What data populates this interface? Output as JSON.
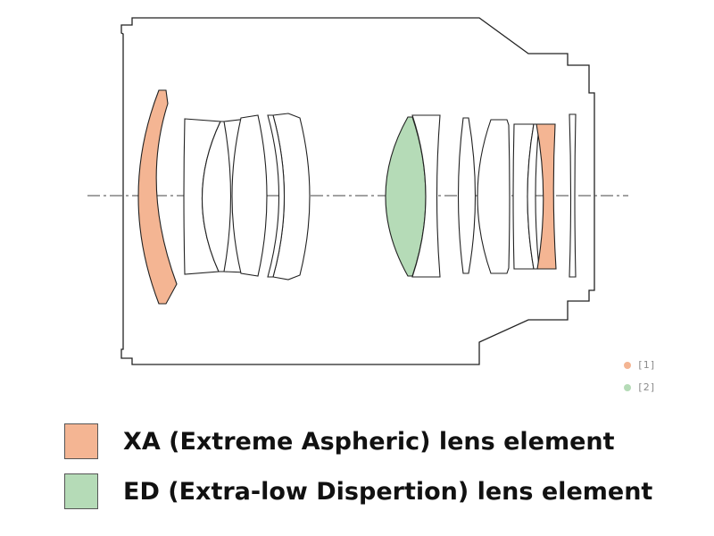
{
  "colors": {
    "xa": "#f4b593",
    "ed": "#b5dbb7",
    "outline": "#222222",
    "axis": "#444444"
  },
  "mini_legend": [
    {
      "marker": "[1]",
      "color": "#f4b593"
    },
    {
      "marker": "[2]",
      "color": "#b5dbb7"
    }
  ],
  "legend": [
    {
      "label": "XA (Extreme Aspheric) lens element",
      "color": "#f4b593"
    },
    {
      "label": "ED (Extra-low Dispertion) lens element",
      "color": "#b5dbb7"
    }
  ]
}
